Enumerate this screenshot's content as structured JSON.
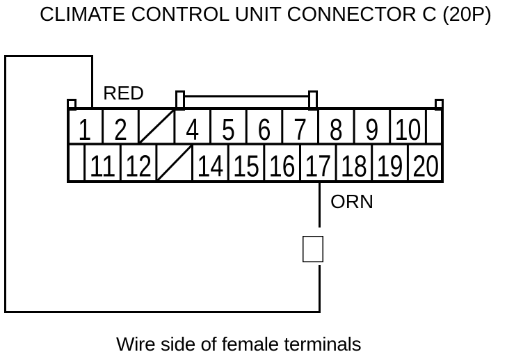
{
  "title": "CLIMATE CONTROL UNIT CONNECTOR C (20P)",
  "caption": "Wire side of female terminals",
  "wire_labels": {
    "red": "RED",
    "orn": "ORN"
  },
  "connector": {
    "name": "C",
    "pin_count": "20P",
    "top_row": [
      "1",
      "2",
      "/",
      "4",
      "5",
      "6",
      "7",
      "8",
      "9",
      "10",
      ""
    ],
    "bottom_row": [
      "",
      "11",
      "12",
      "/",
      "14",
      "15",
      "16",
      "17",
      "18",
      "19",
      "20"
    ]
  },
  "colors": {
    "line": "#000000",
    "background": "#ffffff"
  }
}
